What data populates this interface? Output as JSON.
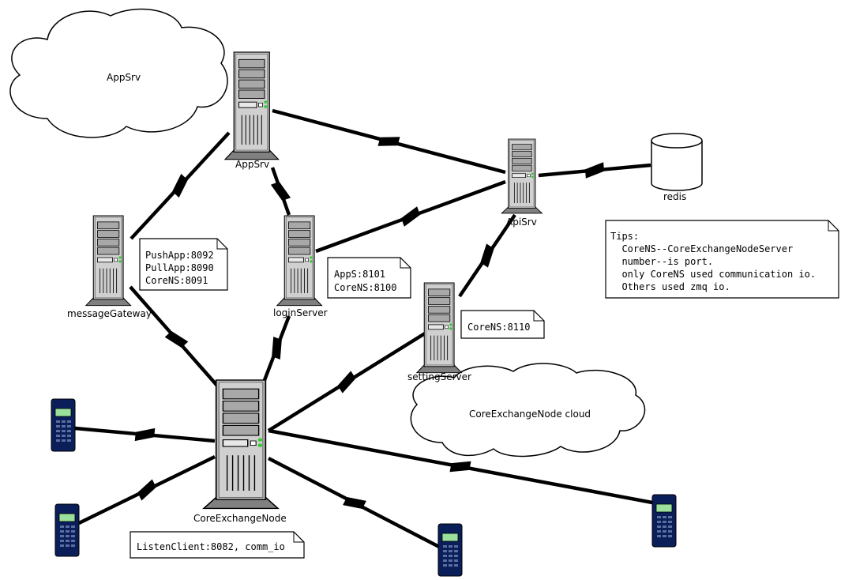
{
  "clouds": {
    "appsrv": "AppSrv",
    "core": "CoreExchangeNode cloud"
  },
  "servers": {
    "appsrv": "AppSrv",
    "apisrv": "ApiSrv",
    "messagegateway": "messageGateway",
    "loginserver": "loginServer",
    "settingserver": "settingServer",
    "coreexchangenode": "CoreExchangeNode"
  },
  "database": {
    "redis": "redis"
  },
  "notes": {
    "messagegateway": [
      "PushApp:8092",
      "PullApp:8090",
      "CoreNS:8091"
    ],
    "loginserver": [
      "AppS:8101",
      "CoreNS:8100"
    ],
    "settingserver": [
      "CoreNS:8110"
    ],
    "coreexchangenode": [
      "ListenClient:8082, comm_io"
    ],
    "tips": [
      "Tips:",
      "  CoreNS--CoreExchangeNodeServer",
      "  number--is port.",
      "  only CoreNS used communication io.",
      "  Others used zmq io."
    ]
  },
  "colors": {
    "server_body": "#c0c0c0",
    "server_dark": "#808080",
    "phone_body": "#0a1e5a",
    "phone_screen": "#9be09b",
    "led": "#33cc33",
    "line": "#000000"
  }
}
